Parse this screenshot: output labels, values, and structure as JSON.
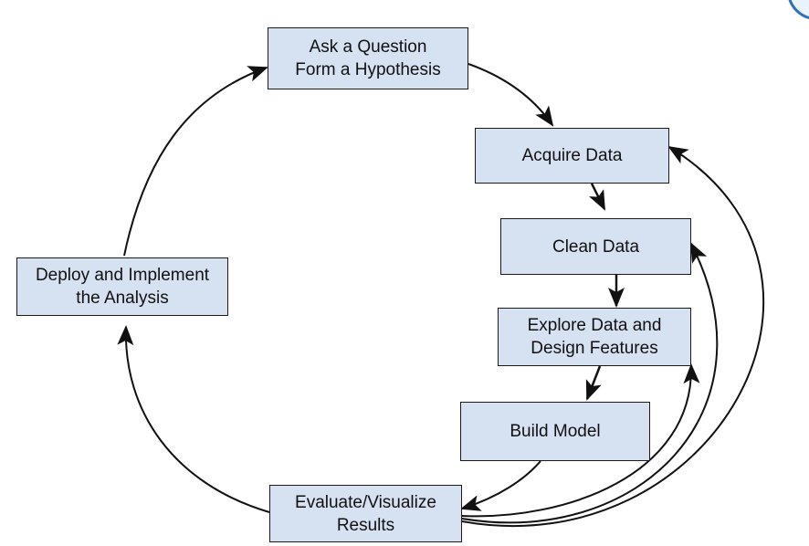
{
  "nodes": {
    "ask": {
      "line1": "Ask a Question",
      "line2": "Form a Hypothesis"
    },
    "acquire": {
      "line1": "Acquire Data"
    },
    "clean": {
      "line1": "Clean Data"
    },
    "explore": {
      "line1": "Explore Data and",
      "line2": "Design Features"
    },
    "build": {
      "line1": "Build Model"
    },
    "evaluate": {
      "line1": "Evaluate/Visualize",
      "line2": "Results"
    },
    "deploy": {
      "line1": "Deploy and Implement",
      "line2": "the Analysis"
    }
  },
  "colors": {
    "box_fill": "#d6e2f2",
    "box_border": "#1a1a1a",
    "arrow": "#111111",
    "badge": "#2f6fbf"
  }
}
